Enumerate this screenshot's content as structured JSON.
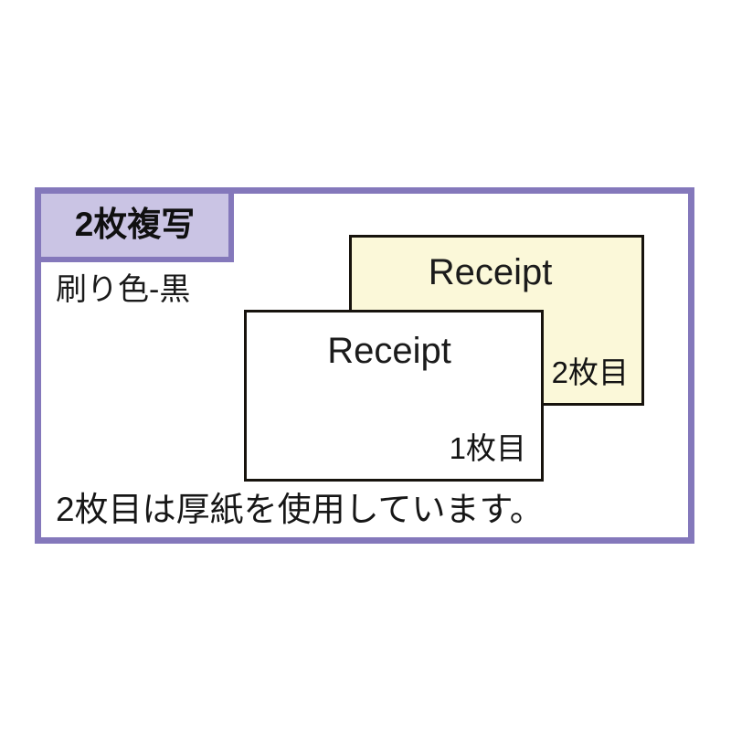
{
  "document": {
    "type": "product-spec-illustration",
    "background_color": "#ffffff"
  },
  "frame": {
    "border_color": "#8478bb",
    "fill_color": "#ffffff"
  },
  "badge": {
    "label": "2枚複写",
    "fill_color": "#cac4e4",
    "border_color": "#8478bb",
    "text_color": "#101010"
  },
  "print_color": {
    "label": "刷り色-黒"
  },
  "sheets": [
    {
      "id": "sheet-2",
      "title": "Receipt",
      "index_label": "2枚目",
      "fill_color": "#fbf8d9",
      "border_color": "#17130d",
      "stacking": "back"
    },
    {
      "id": "sheet-1",
      "title": "Receipt",
      "index_label": "1枚目",
      "fill_color": "#ffffff",
      "border_color": "#17130d",
      "stacking": "front"
    }
  ],
  "footer": {
    "note": "2枚目は厚紙を使用しています。"
  }
}
